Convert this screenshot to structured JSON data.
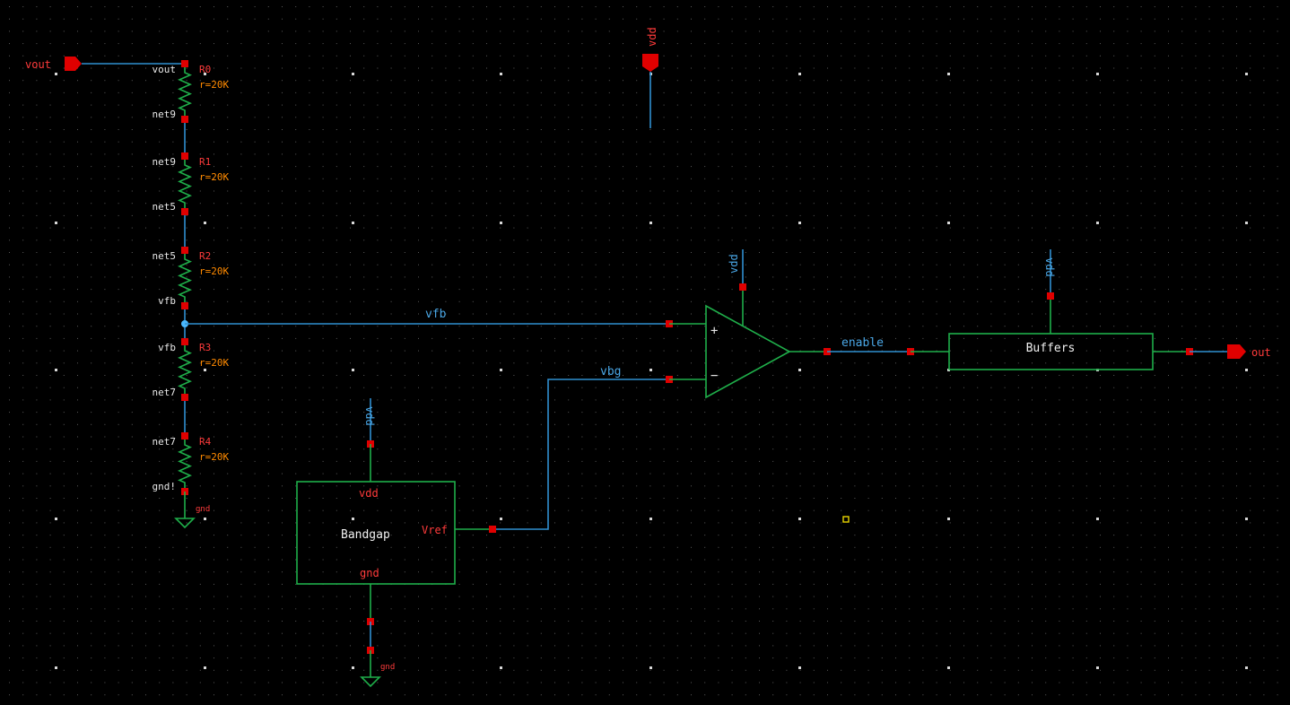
{
  "schematic": {
    "ports": {
      "vout": "vout",
      "vdd_top": "vdd",
      "out": "out"
    },
    "resistor_chain": [
      {
        "inst": "R0",
        "param": "r=20K",
        "top_pin": "vout",
        "bottom_pin": "net9"
      },
      {
        "inst": "R1",
        "param": "r=20K",
        "top_pin": "net9",
        "bottom_pin": "net5"
      },
      {
        "inst": "R2",
        "param": "r=20K",
        "top_pin": "net5",
        "bottom_pin": "vfb"
      },
      {
        "inst": "R3",
        "param": "r=20K",
        "top_pin": "vfb",
        "bottom_pin": "net7"
      },
      {
        "inst": "R4",
        "param": "r=20K",
        "top_pin": "net7",
        "bottom_pin": "gnd!"
      }
    ],
    "ground_labels": [
      "gnd",
      "gnd"
    ],
    "nets": {
      "vfb": "vfb",
      "vbg": "vbg",
      "enable": "enable"
    },
    "opamp": {
      "vdd": "vdd",
      "plus": "+",
      "minus": "−"
    },
    "bandgap": {
      "name": "Bandgap",
      "vdd_pin": "vdd",
      "vref_pin": "Vref",
      "gnd_pin": "gnd",
      "vdd_supply": "vdd"
    },
    "buffers": {
      "name": "Buffers",
      "vdd_supply": "vdd"
    }
  },
  "colors": {
    "background": "#000000",
    "wire": "#2f8fd0",
    "symbol": "#1fae4a",
    "pin": "#e00000",
    "param": "#ff8a00",
    "selection": "#e8d400"
  }
}
